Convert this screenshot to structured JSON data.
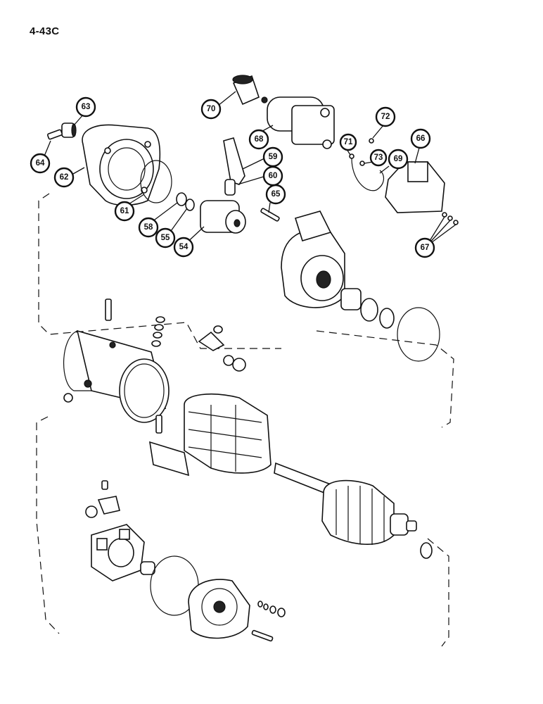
{
  "page": {
    "code": "4-43C"
  },
  "callouts": [
    {
      "id": "c70",
      "label": "70"
    },
    {
      "id": "c63",
      "label": "63"
    },
    {
      "id": "c64",
      "label": "64"
    },
    {
      "id": "c62",
      "label": "62"
    },
    {
      "id": "c68",
      "label": "68"
    },
    {
      "id": "c72",
      "label": "72"
    },
    {
      "id": "c66",
      "label": "66"
    },
    {
      "id": "c71",
      "label": "71"
    },
    {
      "id": "c73",
      "label": "73"
    },
    {
      "id": "c69",
      "label": "69"
    },
    {
      "id": "c59",
      "label": "59"
    },
    {
      "id": "c60",
      "label": "60"
    },
    {
      "id": "c65",
      "label": "65"
    },
    {
      "id": "c61",
      "label": "61"
    },
    {
      "id": "c58",
      "label": "58"
    },
    {
      "id": "c55",
      "label": "55"
    },
    {
      "id": "c54",
      "label": "54"
    },
    {
      "id": "c67",
      "label": "67"
    }
  ]
}
